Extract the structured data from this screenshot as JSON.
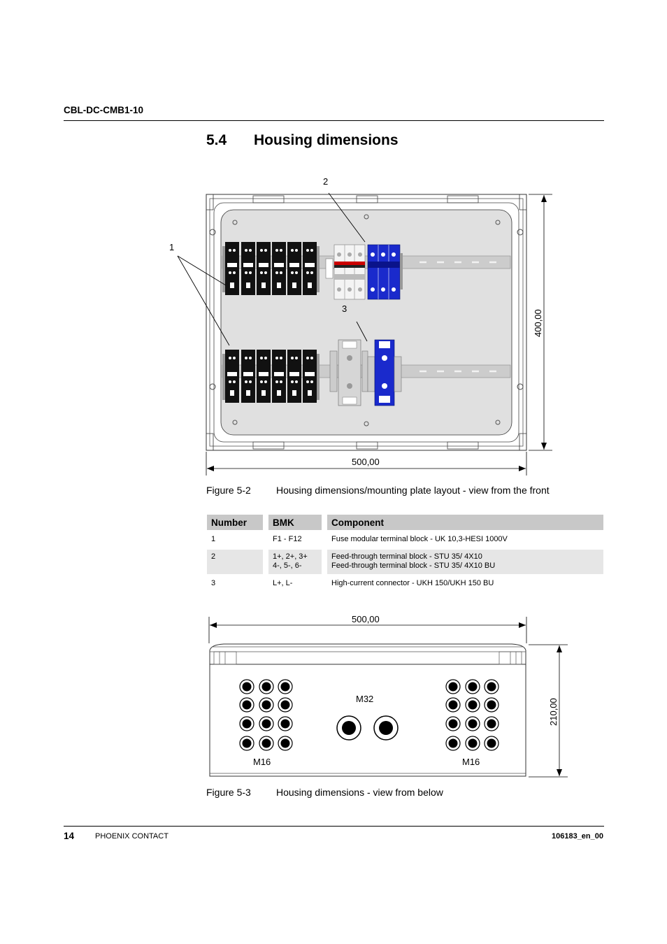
{
  "header": {
    "product": "CBL-DC-CMB1-10"
  },
  "section": {
    "number": "5.4",
    "title": "Housing dimensions"
  },
  "figure1": {
    "callouts": [
      "1",
      "2",
      "3"
    ],
    "dim_width": "500,00",
    "dim_height": "400,00",
    "label": "Figure 5-2",
    "caption": "Housing dimensions/mounting plate layout - view from the front"
  },
  "table": {
    "headers": {
      "number": "Number",
      "bmk": "BMK",
      "component": "Component"
    },
    "rows": [
      {
        "number": "1",
        "bmk_1": "F1 - F12",
        "bmk_2": "",
        "comp_1": "Fuse modular terminal block - UK 10,3-HESI 1000V",
        "comp_2": ""
      },
      {
        "number": "2",
        "bmk_1": "1+, 2+, 3+",
        "bmk_2": "4-, 5-, 6-",
        "comp_1": "Feed-through terminal block - STU 35/ 4X10",
        "comp_2": "Feed-through terminal block - STU 35/ 4X10 BU"
      },
      {
        "number": "3",
        "bmk_1": "L+, L-",
        "bmk_2": "",
        "comp_1": "High-current connector - UKH 150/UKH 150 BU",
        "comp_2": ""
      }
    ]
  },
  "figure2": {
    "dim_width": "500,00",
    "dim_height": "210,00",
    "gland_large": "M32",
    "gland_small_left": "M16",
    "gland_small_right": "M16",
    "label": "Figure 5-3",
    "caption": "Housing dimensions - view from below"
  },
  "footer": {
    "page": "14",
    "company": "PHOENIX CONTACT",
    "doc_id": "106183_en_00"
  }
}
